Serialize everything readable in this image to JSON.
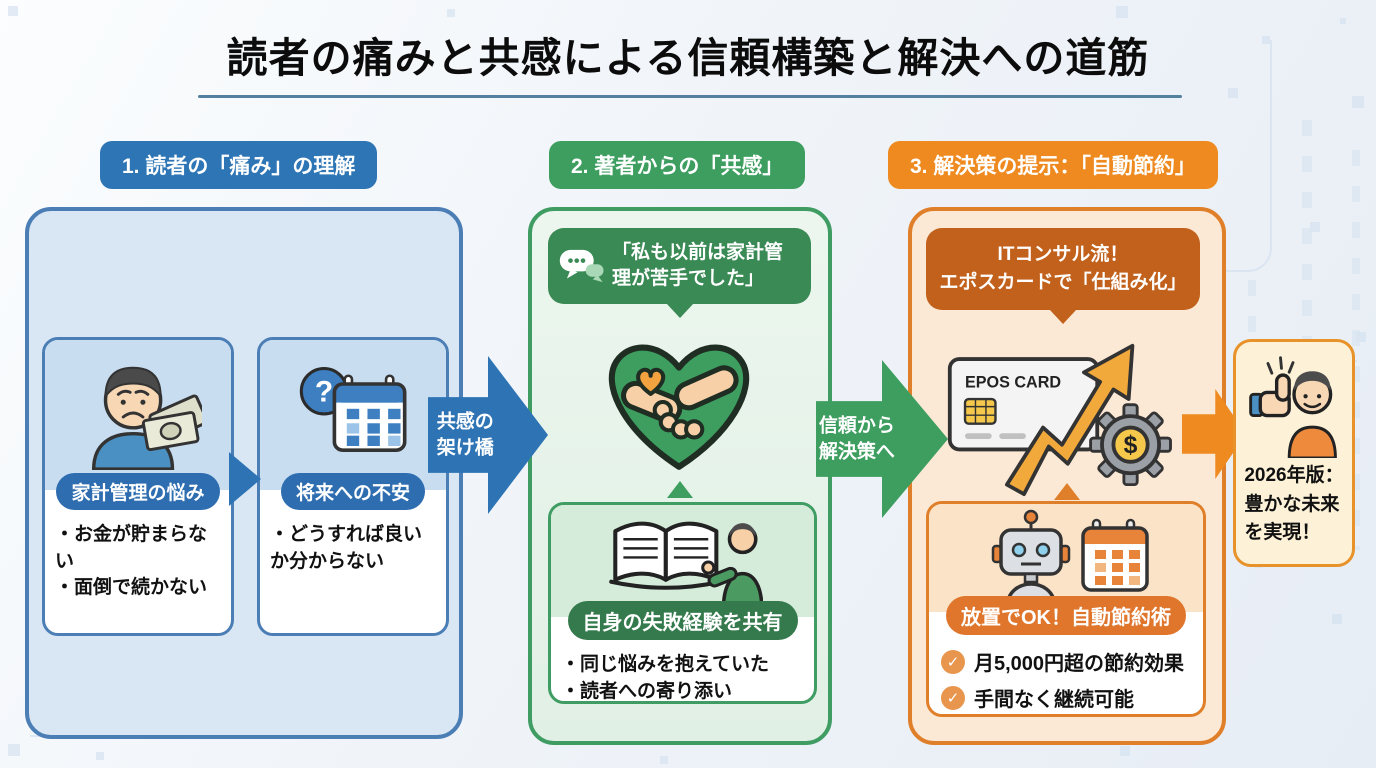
{
  "title": "読者の痛みと共感による信頼構築と解決への道筋",
  "colors": {
    "blue": "#2e74b4",
    "green": "#3d9e60",
    "orange": "#ee8a1f",
    "dark_orange": "#c2611c",
    "dark_green": "#3a8a55"
  },
  "panels": {
    "pain": {
      "header": "1. 読者の「痛み」の理解",
      "cards": [
        {
          "badge": "家計管理の悩み",
          "bullets": [
            "・お金が貯まらない",
            "・面倒で続かない"
          ]
        },
        {
          "badge": "将来への不安",
          "bullets": [
            "・どうすれば良いか分からない"
          ]
        }
      ]
    },
    "empathy": {
      "header": "2. 著者からの「共感」",
      "quote": "「私も以前は家計管理が苦手でした」",
      "card": {
        "badge": "自身の失敗経験を共有",
        "bullets": [
          "・同じ悩みを抱えていた",
          "・読者への寄り添い"
        ]
      }
    },
    "solution": {
      "header": "3. 解決策の提示：「自動節約」",
      "callout_line1": "ITコンサル流！",
      "callout_line2": "エポスカードで「仕組み化」",
      "card_brand": "EPOS CARD",
      "gear_symbol": "$",
      "card": {
        "badge": "放置でOK！自動節約術",
        "checks": [
          "月5,000円超の節約効果",
          "手間なく継続可能"
        ]
      }
    }
  },
  "arrows": {
    "bridge": "共感の\n架け橋",
    "trust": "信頼から\n解決策へ"
  },
  "result": {
    "text": "2026年版：\n豊かな未来\nを実現！"
  }
}
